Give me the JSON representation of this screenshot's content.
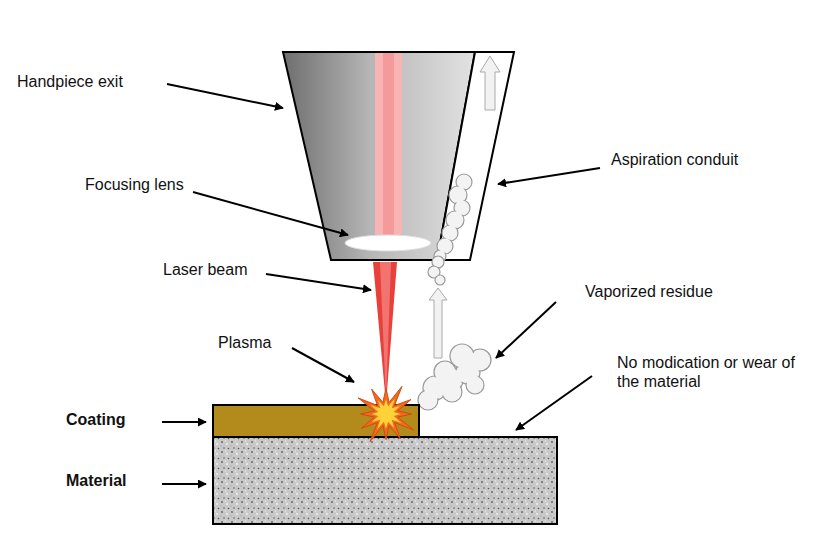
{
  "diagram": {
    "labels": [
      "Handpiece exit",
      "Focusing lens",
      "Laser beam",
      "Plasma",
      "Coating",
      "Material",
      "Aspiration conduit",
      "Vaporized residue",
      "No modication or wear of the material"
    ]
  }
}
